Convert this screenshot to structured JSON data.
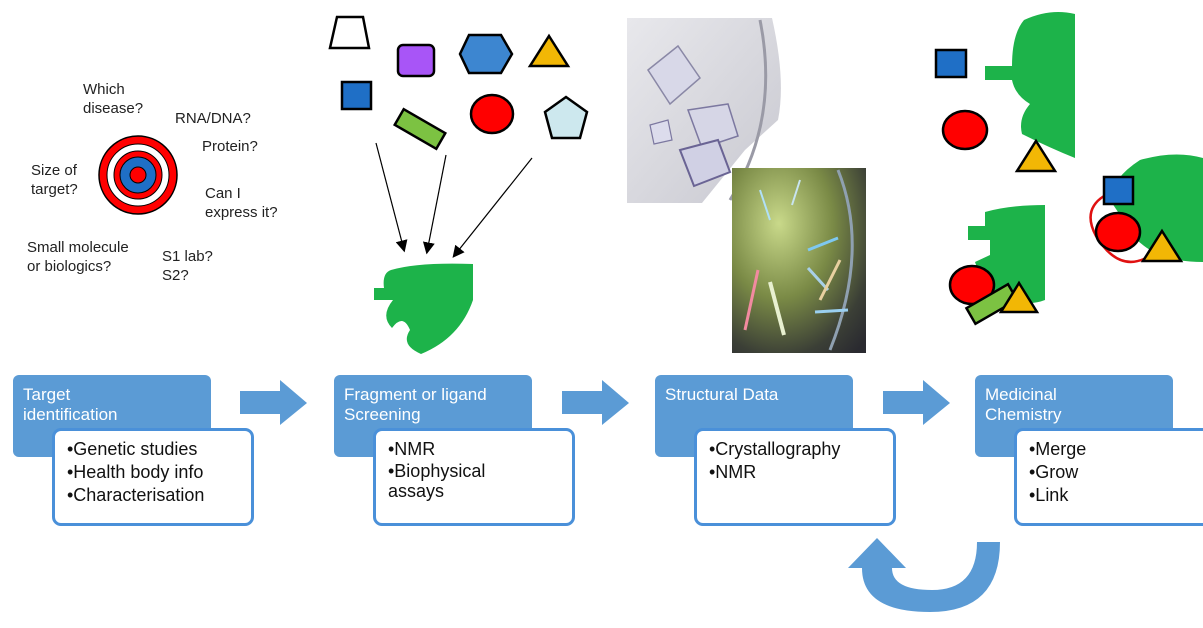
{
  "questions": {
    "which_disease": "Which\ndisease?",
    "rna_dna": "RNA/DNA?",
    "protein": "Protein?",
    "size_of_target": "Size of\ntarget?",
    "can_i_express": "Can I\nexpress it?",
    "small_molecule": "Small molecule\nor biologics?",
    "s1_lab": "S1 lab?\nS2?"
  },
  "stages": [
    {
      "title": "Target\nidentification",
      "items": [
        "•Genetic studies",
        "•Health body info",
        "•Characterisation"
      ]
    },
    {
      "title": "Fragment or ligand\nScreening",
      "items": [
        "•NMR",
        "•Biophysical\nassays"
      ]
    },
    {
      "title": "Structural Data",
      "items": [
        "•Crystallography",
        "•NMR"
      ]
    },
    {
      "title": "Medicinal\nChemistry",
      "items": [
        "•Merge",
        "•Grow",
        "•Link"
      ]
    }
  ],
  "colors": {
    "stage_blue": "#5b9bd5",
    "box_border": "#4a90d9",
    "protein_green": "#1db34a",
    "red": "#ff0000",
    "blue": "#1f6fc6",
    "yellow": "#f2b705",
    "purple": "#a855f7",
    "light_green": "#7cc242",
    "light_cyan": "#cde8ee"
  }
}
